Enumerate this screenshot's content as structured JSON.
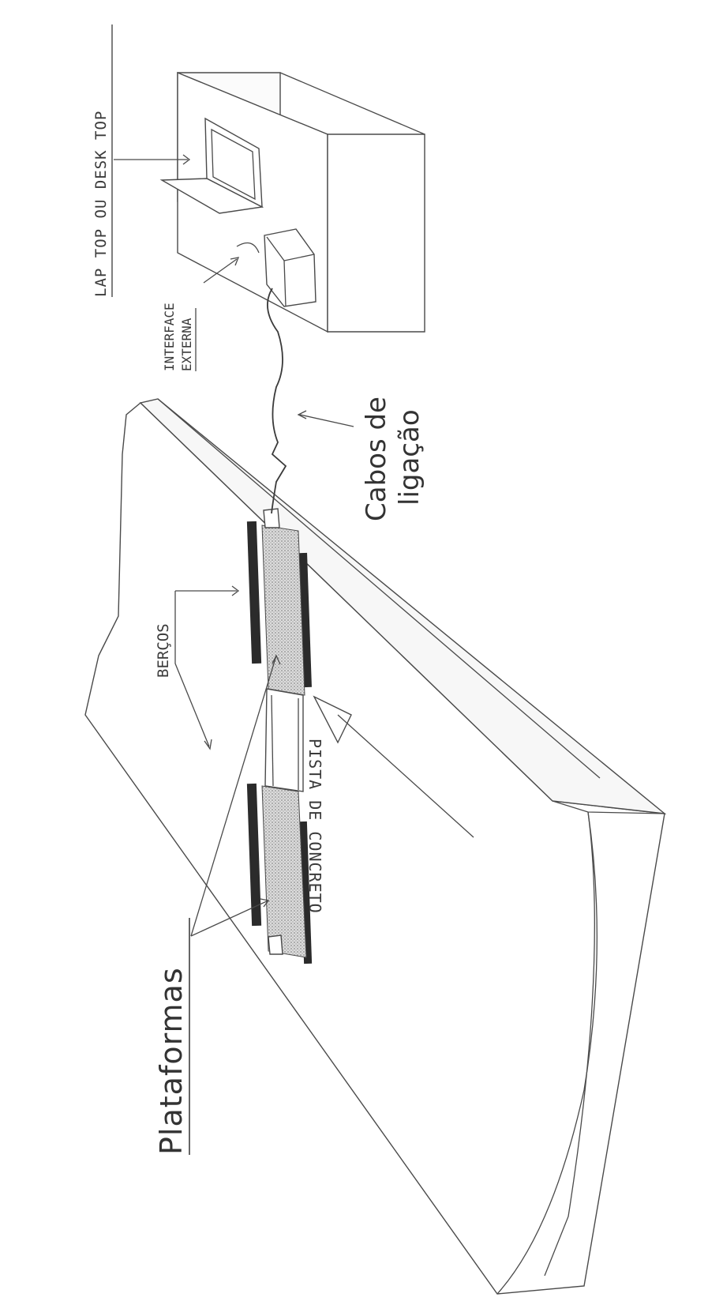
{
  "labels": {
    "laptop": "LAP TOP OU DESK TOP",
    "interface_line1": "INTERFACE",
    "interface_line2": "EXTERNA",
    "cables_line1": "Cabos de",
    "cables_line2": "ligação",
    "bercos": "BERÇOS",
    "pista": "PISTA DE CONCRETO",
    "plataformas": "Plataformas"
  },
  "colors": {
    "line": "#4a4a4a",
    "platform_fill": "#d3d3d3",
    "rail_fill": "#2b2b2b",
    "background": "#ffffff"
  }
}
